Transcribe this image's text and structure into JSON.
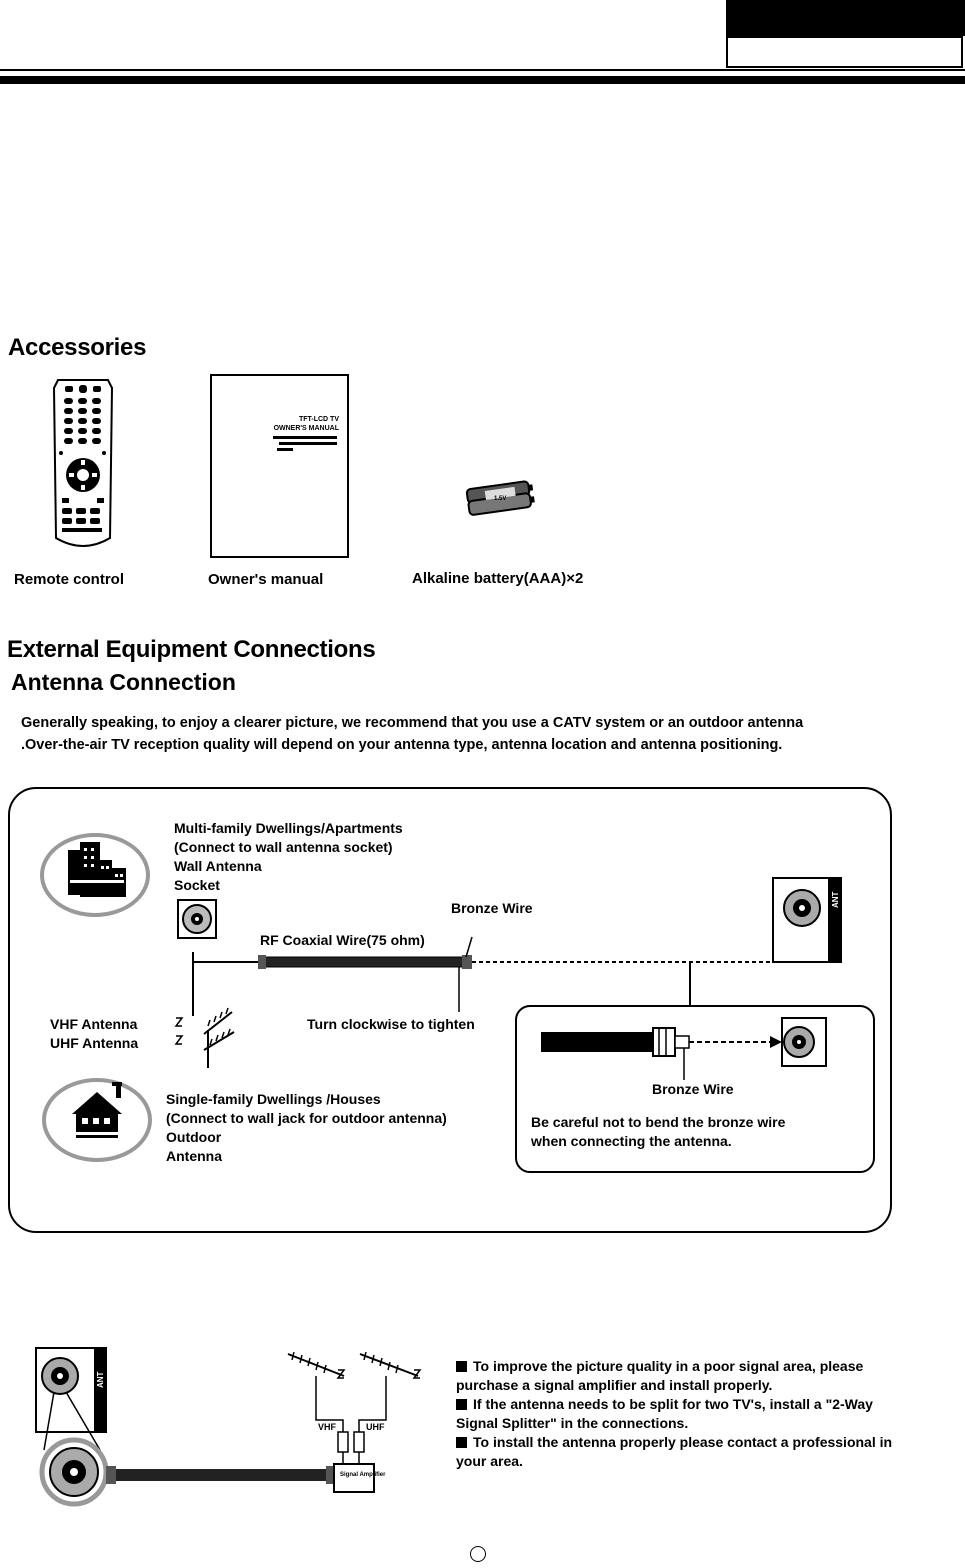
{
  "header": {
    "tab_label": "",
    "page_label": ""
  },
  "sections": {
    "accessories_title": "Accessories",
    "external_title": "External Equipment Connections",
    "antenna_title": "Antenna Connection"
  },
  "accessories": [
    {
      "caption": "Remote control"
    },
    {
      "caption": "Owner's manual"
    },
    {
      "caption": "Alkaline battery(AAA)×2"
    }
  ],
  "manual_cover": {
    "line1": "TFT-LCD TV",
    "line2": "OWNER'S MANUAL"
  },
  "battery_text": "1.5V",
  "intro_paragraph": "Generally speaking, to enjoy a clearer picture, we recommend that you use a  CATV system or an outdoor antenna .Over-the-air TV reception quality will depend on your antenna type, antenna location and antenna positioning.",
  "diagram": {
    "multi_family": [
      "Multi-family Dwellings/Apartments",
      "(Connect to wall antenna socket)",
      "Wall Antenna",
      "Socket"
    ],
    "bronze_wire_top": "Bronze Wire",
    "coaxial": "RF Coaxial Wire(75 ohm)",
    "vhf": "VHF Antenna",
    "uhf": "UHF Antenna",
    "turn": "Turn clockwise to tighten",
    "single_family": [
      "Single-family Dwellings /Houses",
      "(Connect to wall jack for outdoor antenna)",
      "Outdoor",
      "Antenna"
    ],
    "bronze_wire_inset": "Bronze Wire",
    "careful": [
      "Be careful not to bend the bronze wire",
      "when connecting the antenna."
    ],
    "ant_label": "ANT"
  },
  "bottom": {
    "vhf_tag": "VHF",
    "uhf_tag": "UHF",
    "amp_tag": "Signal Amplifier",
    "ant_label": "ANT",
    "tips": [
      "To improve the picture quality in a poor signal area, please purchase a signal amplifier and install properly.",
      "If the antenna needs to be split for two TV's, install a  \"2-Way Signal Splitter\"  in the connections.",
      "To install the antenna properly please contact a professional in your area."
    ]
  },
  "page_number": ""
}
